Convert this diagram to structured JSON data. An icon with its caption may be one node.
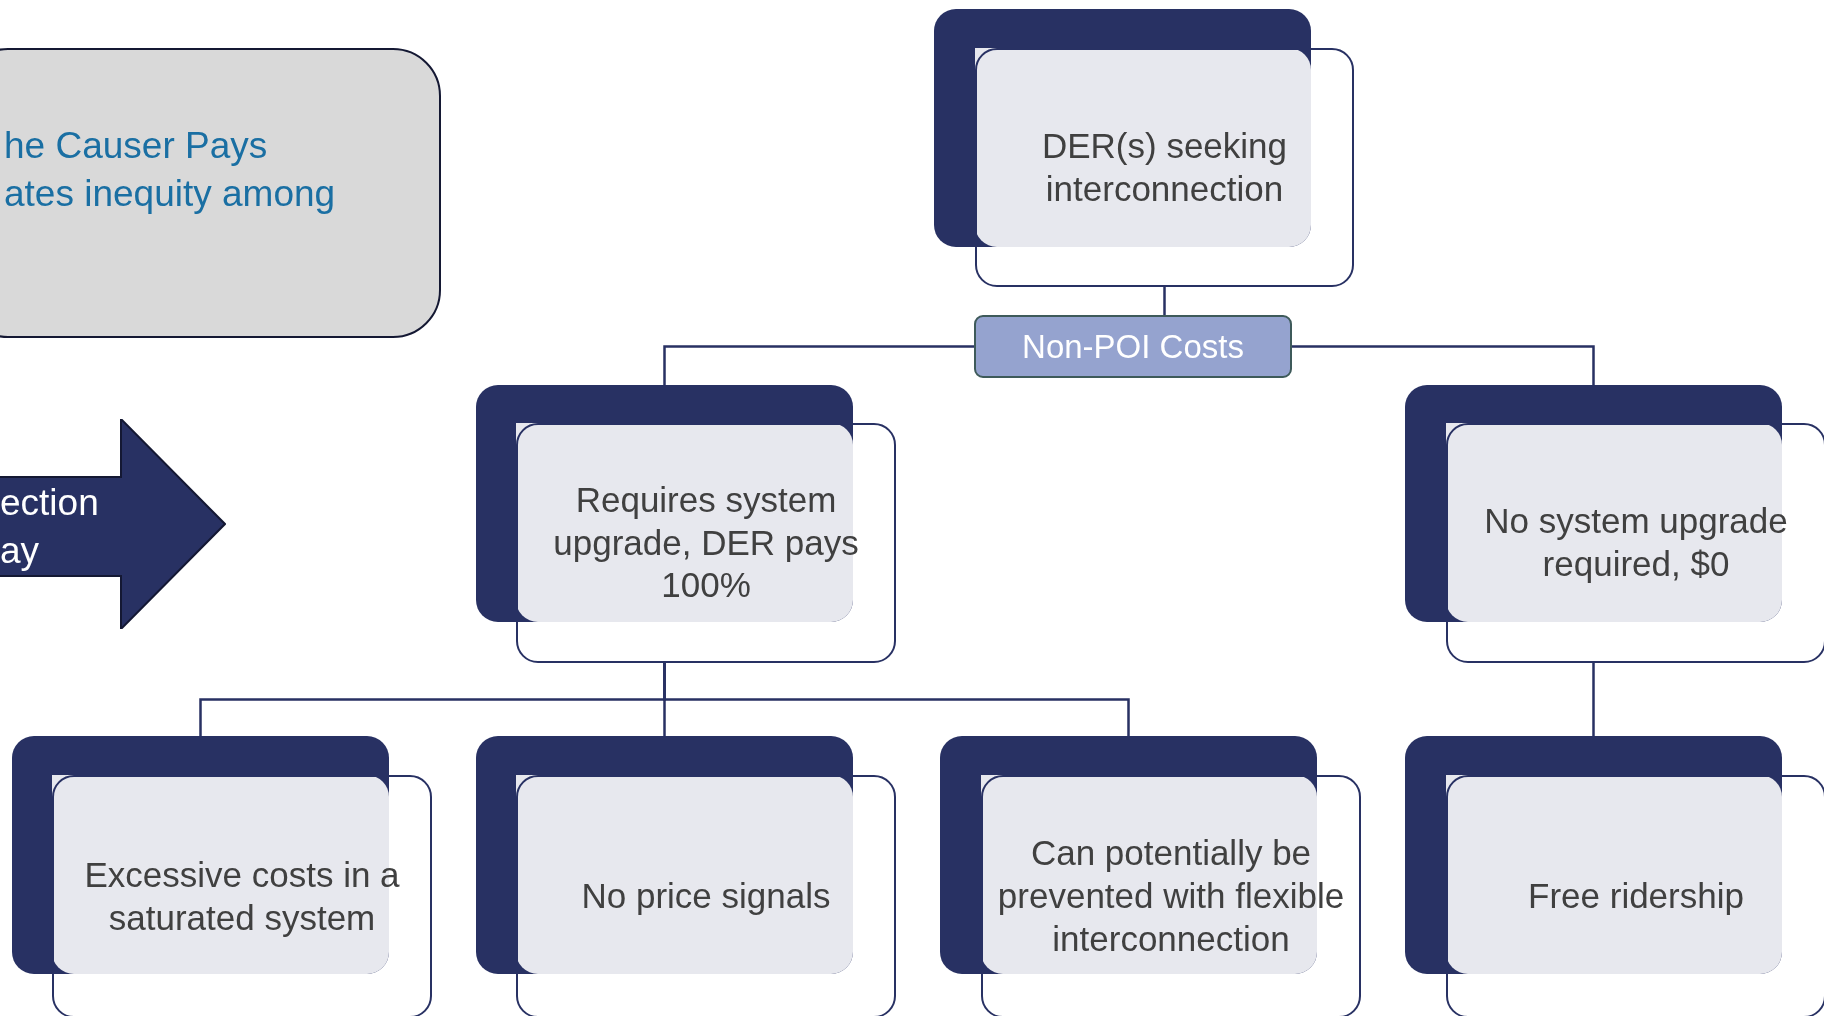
{
  "diagram": {
    "nodes": [
      {
        "text": [
          "he Causer Pays",
          "ates inequity among"
        ]
      },
      {
        "text": [
          "ection ay"
        ]
      },
      {
        "text": [
          "DER(s) seeking interconnection"
        ]
      },
      {
        "text": [
          "Non-POI Costs"
        ]
      },
      {
        "text": [
          "Requires system upgrade, DER pays 100%"
        ]
      },
      {
        "text": [
          "No system upgrade required, $0"
        ]
      },
      {
        "text": [
          "Excessive costs in a saturated system"
        ]
      },
      {
        "text": [
          "No price signals"
        ]
      },
      {
        "text": [
          "Can potentially be prevented with flexible interconnection"
        ]
      },
      {
        "text": [
          "Free ridership"
        ]
      }
    ],
    "edges": [
      {
        "from": 2,
        "to": 3,
        "arrow": "none"
      },
      {
        "from": 3,
        "to": 4,
        "arrow": "none"
      },
      {
        "from": 3,
        "to": 5,
        "arrow": "none"
      },
      {
        "from": 4,
        "to": 6,
        "arrow": "none"
      },
      {
        "from": 4,
        "to": 7,
        "arrow": "none"
      },
      {
        "from": 4,
        "to": 8,
        "arrow": "none"
      },
      {
        "from": 5,
        "to": 9,
        "arrow": "none"
      }
    ]
  }
}
